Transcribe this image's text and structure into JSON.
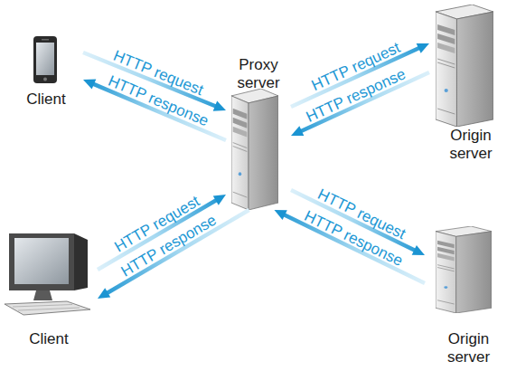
{
  "diagram": {
    "nodes": [
      {
        "text": [
          "Client"
        ]
      },
      {
        "text": [
          "Proxy server"
        ]
      },
      {
        "text": [
          "Origin server"
        ]
      },
      {
        "text": [
          "Client"
        ]
      },
      {
        "text": [
          "Origin server"
        ]
      }
    ],
    "edges": [
      {
        "from": 0,
        "to": 1,
        "arrow": "to",
        "label": "HTTP request"
      },
      {
        "from": 1,
        "to": 0,
        "arrow": "to",
        "label": "HTTP response"
      },
      {
        "from": 1,
        "to": 2,
        "arrow": "to",
        "label": "HTTP request"
      },
      {
        "from": 2,
        "to": 1,
        "arrow": "to",
        "label": "HTTP response"
      },
      {
        "from": 3,
        "to": 1,
        "arrow": "to",
        "label": "HTTP request"
      },
      {
        "from": 1,
        "to": 3,
        "arrow": "to",
        "label": "HTTP response"
      },
      {
        "from": 1,
        "to": 4,
        "arrow": "to",
        "label": "HTTP request"
      },
      {
        "from": 4,
        "to": 1,
        "arrow": "to",
        "label": "HTTP response"
      }
    ]
  }
}
